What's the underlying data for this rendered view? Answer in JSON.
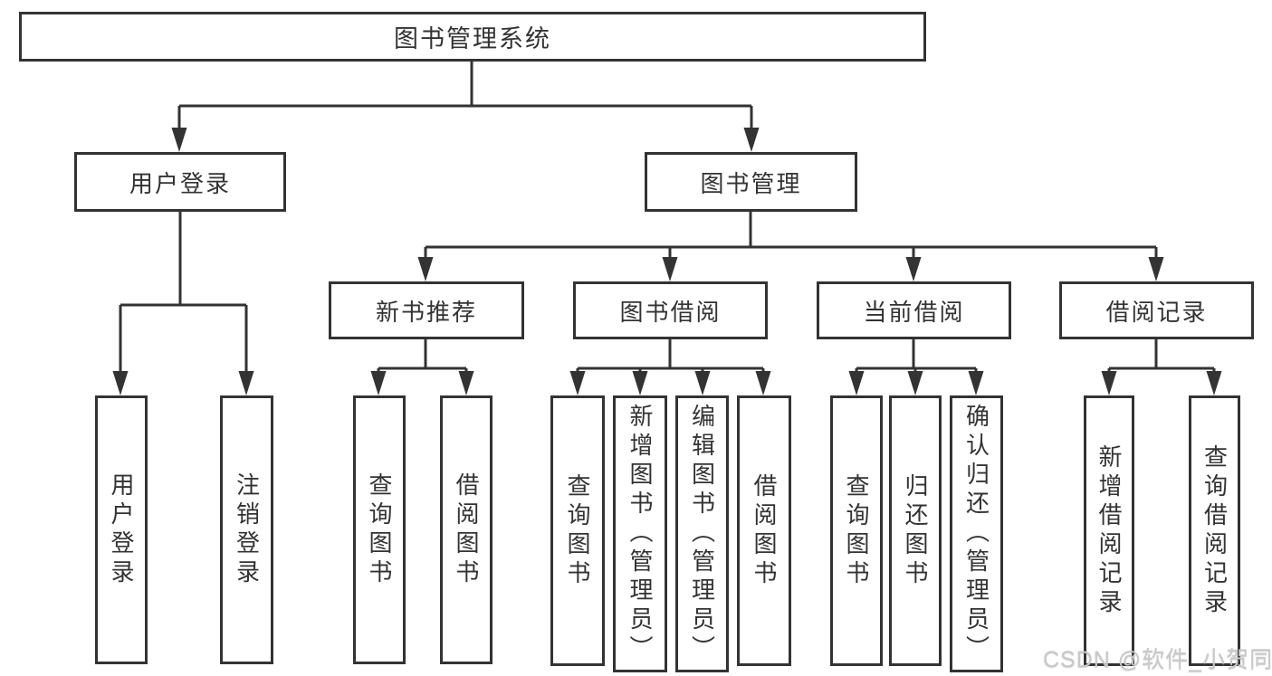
{
  "tree": {
    "root": {
      "label": "图书管理系统"
    },
    "branches": [
      {
        "label": "用户登录",
        "children": [
          {
            "label": "用户登录"
          },
          {
            "label": "注销登录"
          }
        ]
      },
      {
        "label": "图书管理",
        "sections": [
          {
            "label": "新书推荐",
            "children": [
              {
                "label": "查询图书"
              },
              {
                "label": "借阅图书"
              }
            ]
          },
          {
            "label": "图书借阅",
            "children": [
              {
                "label": "查询图书"
              },
              {
                "label": "新增图书（管理员）"
              },
              {
                "label": "编辑图书（管理员）"
              },
              {
                "label": "借阅图书"
              }
            ]
          },
          {
            "label": "当前借阅",
            "children": [
              {
                "label": "查询图书"
              },
              {
                "label": "归还图书"
              },
              {
                "label": "确认归还（管理员）"
              }
            ]
          },
          {
            "label": "借阅记录",
            "children": [
              {
                "label": "新增借阅记录"
              },
              {
                "label": "查询借阅记录"
              }
            ]
          }
        ]
      }
    ]
  },
  "watermark": {
    "text": "CSDN @软件_小贺同学"
  },
  "colors": {
    "line": "#333333",
    "box_background": "#ffffff",
    "text": "#333333",
    "watermark": "#c9c9c9",
    "page_background": "#ffffff"
  }
}
